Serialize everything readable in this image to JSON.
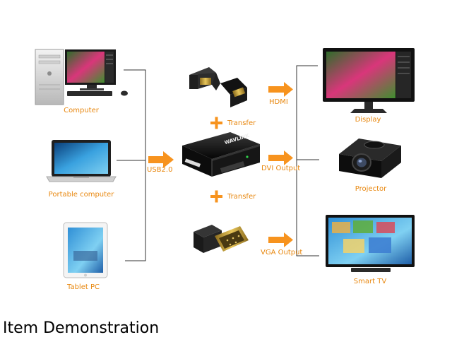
{
  "colors": {
    "accent": "#f7931e",
    "line": "#333333"
  },
  "sources": [
    {
      "label": "Computer",
      "icon": "desktop-computer-icon"
    },
    {
      "label": "Portable computer",
      "icon": "laptop-icon"
    },
    {
      "label": "Tablet PC",
      "icon": "tablet-icon"
    }
  ],
  "input_label": "USB2.0",
  "hub": {
    "brand": "WAVLINK"
  },
  "transfer_label": "Transfer",
  "adapters": [
    {
      "icon": "hdmi-adapter-icon"
    },
    {
      "icon": "usb-display-adapter-icon"
    },
    {
      "icon": "vga-adapter-icon"
    }
  ],
  "outputs": [
    {
      "port_label": "HDMI",
      "device_label": "Display",
      "icon": "monitor-icon"
    },
    {
      "port_label": "DVI Output",
      "device_label": "Projector",
      "icon": "projector-icon"
    },
    {
      "port_label": "VGA Output",
      "device_label": "Smart TV",
      "icon": "smart-tv-icon"
    }
  ],
  "footer": "Item Demonstration"
}
